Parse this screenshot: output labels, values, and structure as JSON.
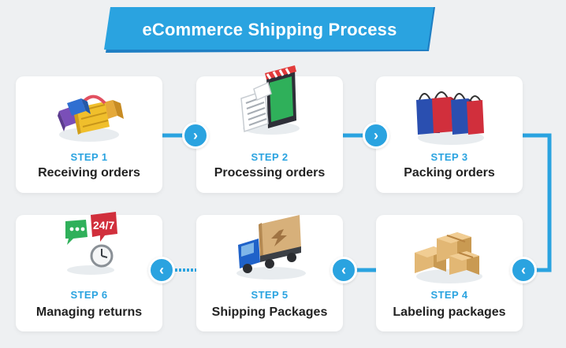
{
  "title": "eCommerce Shipping Process",
  "steps": [
    {
      "label": "STEP 1",
      "name": "Receiving orders",
      "icon": "basket-icon"
    },
    {
      "label": "STEP 2",
      "name": "Processing orders",
      "icon": "phone-receipt-icon"
    },
    {
      "label": "STEP 3",
      "name": "Packing orders",
      "icon": "shopping-bags-icon"
    },
    {
      "label": "STEP 4",
      "name": "Labeling packages",
      "icon": "boxes-icon"
    },
    {
      "label": "STEP 5",
      "name": "Shipping Packages",
      "icon": "truck-icon"
    },
    {
      "label": "STEP 6",
      "name": "Managing returns",
      "icon": "support-247-icon"
    }
  ],
  "flow_arrows": {
    "forward": "›",
    "back": "‹"
  },
  "colors": {
    "accent": "#2aa3e0",
    "background": "#eef0f2",
    "card": "#ffffff",
    "text": "#222222"
  }
}
